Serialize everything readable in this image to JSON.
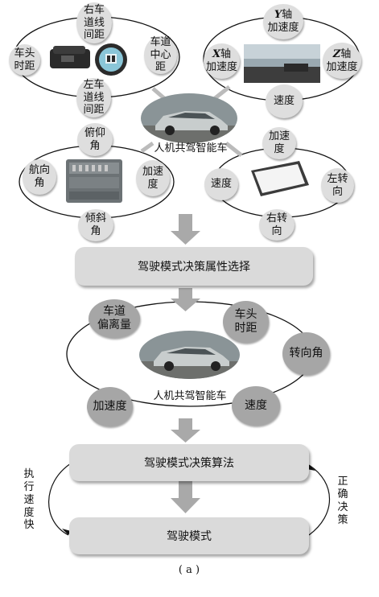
{
  "top_center_label": "人机共驾智能车",
  "top_left_cluster": {
    "nodes": [
      "右车\n道线\n间距",
      "车道\n中心\n距",
      "左车\n道线\n间距",
      "车头\n时距"
    ]
  },
  "top_right_cluster": {
    "nodes": [
      {
        "axis": "Y",
        "rest": "轴\n加速度"
      },
      {
        "axis": "X",
        "rest": "轴\n加速度"
      },
      {
        "axis": "Z",
        "rest": "轴\n加速度"
      },
      {
        "axis": "",
        "rest": "速度"
      }
    ]
  },
  "mid_left_cluster": {
    "nodes": [
      "俯仰\n角",
      "航向\n角",
      "加速\n度",
      "倾斜\n角"
    ]
  },
  "mid_right_cluster": {
    "nodes": [
      "加速\n度",
      "速度",
      "左转\n向",
      "右转\n向"
    ]
  },
  "box1": "驾驶模式决策属性选择",
  "middle_cluster": {
    "nodes": [
      "车道\n偏离量",
      "车头\n时距",
      "转向角",
      "加速度",
      "速度"
    ],
    "center_label": "人机共驾智能车"
  },
  "box2": "驾驶模式决策算法",
  "box3": "驾驶模式",
  "left_side_label": "执\n行\n速\n度\n快",
  "right_side_label": "正\n确\n决\n策",
  "caption": "( a )",
  "colors": {
    "node_light": "#dedede",
    "node_dark": "#a6a6a6",
    "box": "#dadada",
    "arrow": "#a9a9a9",
    "line": "#111111"
  }
}
